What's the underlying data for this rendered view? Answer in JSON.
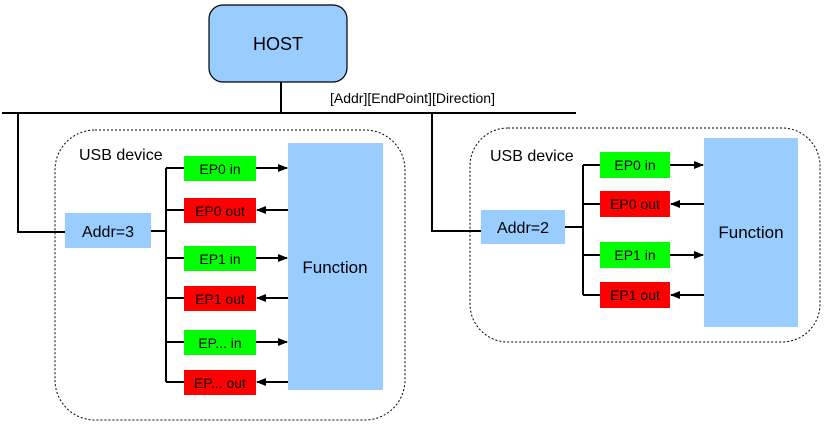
{
  "host": {
    "label": "HOST"
  },
  "bus": {
    "label": "[Addr][EndPoint][Direction]"
  },
  "devices": [
    {
      "title": "USB device",
      "address": "Addr=3",
      "function": "Function",
      "endpoints": [
        {
          "label": "EP0 in",
          "direction": "in"
        },
        {
          "label": "EP0 out",
          "direction": "out"
        },
        {
          "label": "EP1 in",
          "direction": "in"
        },
        {
          "label": "EP1 out",
          "direction": "out"
        },
        {
          "label": "EP... in",
          "direction": "in"
        },
        {
          "label": "EP... out",
          "direction": "out"
        }
      ]
    },
    {
      "title": "USB device",
      "address": "Addr=2",
      "function": "Function",
      "endpoints": [
        {
          "label": "EP0 in",
          "direction": "in"
        },
        {
          "label": "EP0 out",
          "direction": "out"
        },
        {
          "label": "EP1 in",
          "direction": "in"
        },
        {
          "label": "EP1 out",
          "direction": "out"
        }
      ]
    }
  ],
  "colors": {
    "host_fill": "#99ccff",
    "block_fill": "#99ccff",
    "in_fill": "#00ff00",
    "out_fill": "#ff0000"
  }
}
